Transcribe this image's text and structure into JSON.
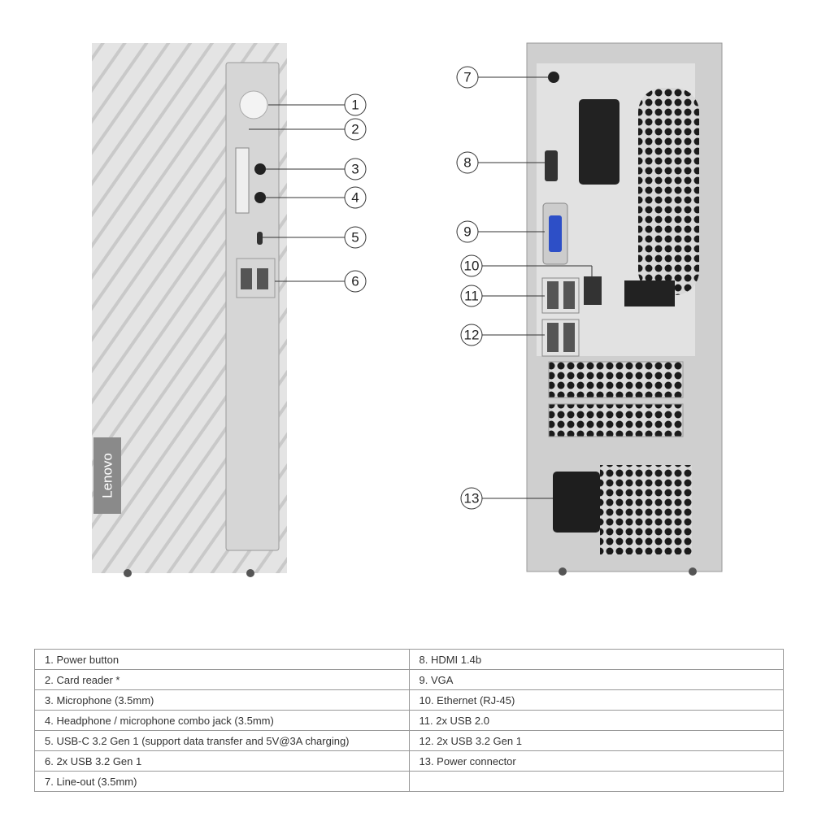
{
  "front": {
    "brand": "Lenovo",
    "callouts": [
      "1",
      "2",
      "3",
      "4",
      "5",
      "6"
    ]
  },
  "rear": {
    "callouts": [
      "7",
      "8",
      "9",
      "10",
      "11",
      "12",
      "13"
    ]
  },
  "legend": {
    "rows": [
      [
        "1.  Power button",
        "8.  HDMI 1.4b"
      ],
      [
        "2.  Card reader *",
        "9.  VGA"
      ],
      [
        "3.  Microphone (3.5mm)",
        "10. Ethernet (RJ-45)"
      ],
      [
        "4.  Headphone / microphone combo jack (3.5mm)",
        "11.  2x USB 2.0"
      ],
      [
        "5.  USB-C 3.2 Gen 1 (support data transfer and 5V@3A charging)",
        "12. 2x USB 3.2 Gen 1"
      ],
      [
        "6.  2x USB 3.2 Gen 1",
        "13. Power connector"
      ],
      [
        "7.  Line-out (3.5mm)",
        ""
      ]
    ]
  }
}
